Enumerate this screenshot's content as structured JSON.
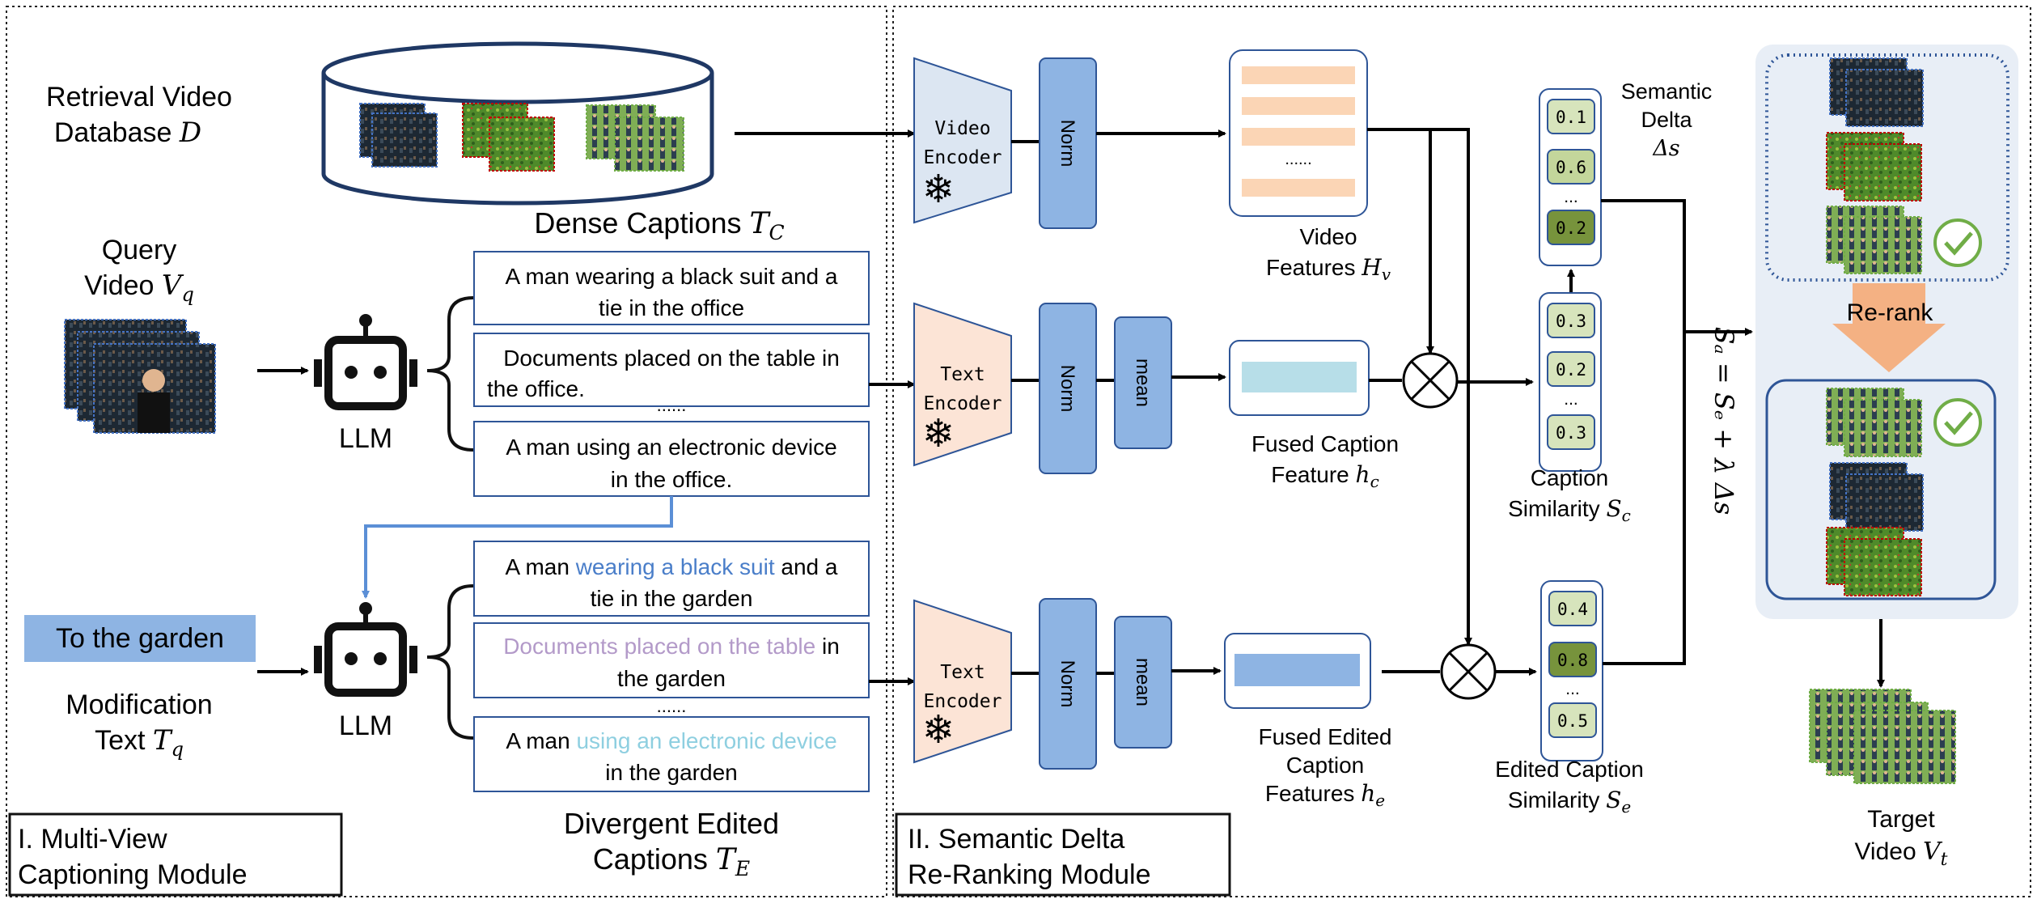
{
  "left_panel": {
    "db_label_line1": "Retrieval Video",
    "db_label_line2": "Database ",
    "db_label_symbol": "D",
    "query_line1": "Query",
    "query_line2": "Video ",
    "query_symbol": "V",
    "query_sub": "q",
    "llm_label": "LLM",
    "dense_title": "Dense Captions ",
    "dense_symbol": "T",
    "dense_sub": "C",
    "captions": [
      {
        "line1": "A man wearing a black suit and a",
        "line2": "tie in the office"
      },
      {
        "line1": "Documents placed on the table in",
        "line2": "the office."
      },
      {
        "line1": "A man using an electronic device",
        "line2": "in the office."
      }
    ],
    "dots": "......",
    "mod_box_text": "To the garden",
    "mod_line1": "Modification",
    "mod_line2": "Text ",
    "mod_symbol": "T",
    "mod_sub": "q",
    "edited": [
      {
        "pre": "A man ",
        "hl": "wearing a black suit",
        "post": " and a",
        "line2": "tie in the garden",
        "hl_color": "#4a7ec9"
      },
      {
        "pre": "",
        "hl": "Documents placed on the table",
        "post": " in",
        "line2": "the garden",
        "hl_color": "#b39ac9"
      },
      {
        "pre": "A man ",
        "hl": "using an electronic device",
        "post": "",
        "line2": "in the garden",
        "hl_color": "#8ecfe0"
      }
    ],
    "edited_title_line1": "Divergent Edited",
    "edited_title_line2": "Captions ",
    "edited_symbol": "T",
    "edited_sub": "E",
    "module_line1": "I. Multi-View",
    "module_line2": "Captioning Module"
  },
  "right_panel": {
    "video_encoder": [
      "Video",
      "Encoder"
    ],
    "text_encoder": [
      "Text",
      "Encoder"
    ],
    "norm": "Norm",
    "mean": "mean",
    "feature_dots": "......",
    "video_features": "Video",
    "video_features_2": "Features ",
    "video_features_symbol": "H",
    "video_features_sub": "v",
    "fused_caption_1": "Fused Caption",
    "fused_caption_2": "Feature ",
    "fused_caption_symbol": "h",
    "fused_caption_sub": "c",
    "fused_edited_1": "Fused Edited",
    "fused_edited_2": "Caption",
    "fused_edited_3": "Features ",
    "fused_edited_symbol": "h",
    "fused_edited_sub": "e",
    "semantic_delta_1": "Semantic",
    "semantic_delta_2": "Delta",
    "semantic_delta_3": "Δs",
    "delta_values": [
      "0.1",
      "0.6",
      "...",
      "0.2"
    ],
    "caption_values": [
      "0.3",
      "0.2",
      "...",
      "0.3"
    ],
    "edited_values": [
      "0.4",
      "0.8",
      "...",
      "0.5"
    ],
    "caption_sim_1": "Caption",
    "caption_sim_2": "Similarity ",
    "caption_sim_symbol": "S",
    "caption_sim_sub": "c",
    "edited_sim_1": "Edited Caption",
    "edited_sim_2": "Similarity ",
    "edited_sim_symbol": "S",
    "edited_sim_sub": "e",
    "formula": "Sₐ = Sₑ + λ Δs",
    "rerank": "Re-rank",
    "target_1": "Target",
    "target_2": "Video ",
    "target_symbol": "V",
    "target_sub": "t",
    "module_line1": "II. Semantic Delta",
    "module_line2": "Re-Ranking Module"
  },
  "colors": {
    "video_encoder_fill": "#dce6f2",
    "text_encoder_fill": "#fce4d6",
    "norm_fill": "#8eb4e3",
    "feature_stripe": "#fbd5b5",
    "fused_caption_fill": "#b7dee8",
    "fused_edited_fill": "#8eb4e3",
    "score_light": "#d7e4bc",
    "score_mid": "#c3d69b",
    "score_dark": "#77933c",
    "rerank_arrow": "#f4b183",
    "rerank_panel": "#e8eef6",
    "highlight_box": "#8eb4e3",
    "blue_arrow": "#5b8fd6"
  }
}
